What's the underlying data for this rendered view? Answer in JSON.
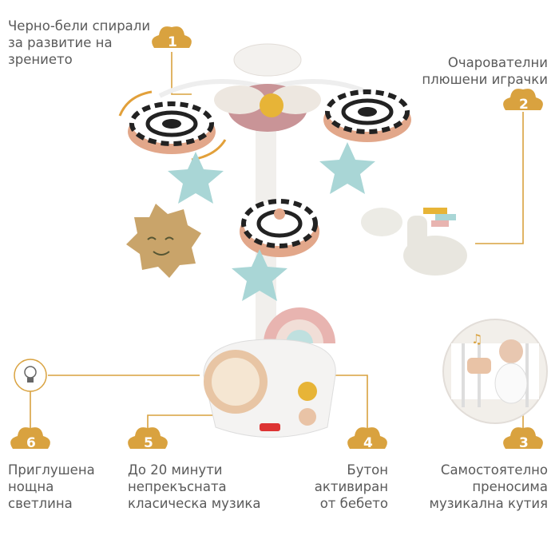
{
  "accent_color": "#d9a23f",
  "features": [
    {
      "number": "1",
      "text": "Черно-бели спирали\nза развитие на\nзрението"
    },
    {
      "number": "2",
      "text": "Очарователни\nплюшени играчки"
    },
    {
      "number": "3",
      "text": "Самостоятелно\nпреносима\nмузикална кутия"
    },
    {
      "number": "4",
      "text": "Бутон\nактивиран\nот бебето"
    },
    {
      "number": "5",
      "text": "До 20 минути\nнепрекъсната\nкласическа музика"
    },
    {
      "number": "6",
      "text": "Приглушена\nнощна\nсветлина"
    }
  ],
  "icons": [
    "lightbulb-icon",
    "cloud-badge-icon",
    "music-note-icon"
  ]
}
